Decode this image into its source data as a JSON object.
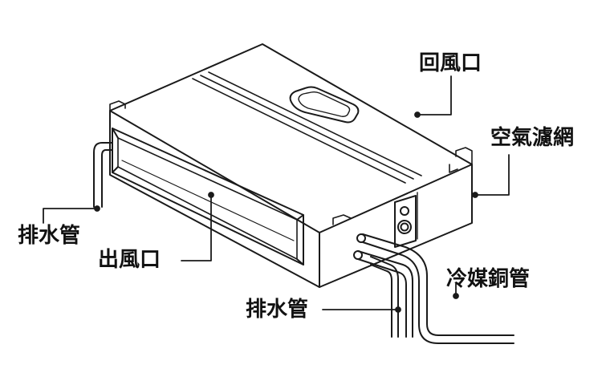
{
  "labels": {
    "return_air": "回風口",
    "air_filter": "空氣濾網",
    "drain_pipe_left": "排水管",
    "air_outlet": "出風口",
    "refrigerant_pipe": "冷媒銅管",
    "drain_pipe_bottom": "排水管"
  },
  "colors": {
    "line": "#1a1a1a",
    "text": "#111111",
    "background": "#ffffff"
  }
}
